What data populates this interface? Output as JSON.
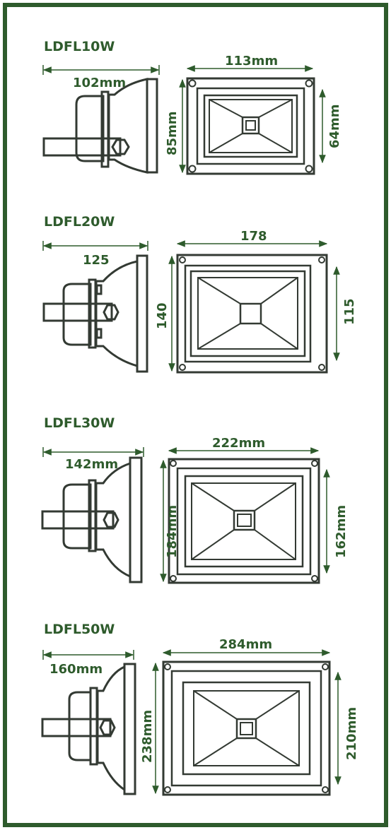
{
  "colors": {
    "green": "#2e5b2c",
    "dark": "#333a33",
    "white": "#ffffff"
  },
  "models": [
    {
      "name": "LDFL10W",
      "side_depth": "102mm",
      "front_width": "113mm",
      "front_height": "85mm",
      "inner_height": "64mm"
    },
    {
      "name": "LDFL20W",
      "side_depth": "125",
      "front_width": "178",
      "front_height": "140",
      "inner_height": "115"
    },
    {
      "name": "LDFL30W",
      "side_depth": "142mm",
      "front_width": "222mm",
      "front_height": "184mm",
      "inner_height": "162mm"
    },
    {
      "name": "LDFL50W",
      "side_depth": "160mm",
      "front_width": "284mm",
      "front_height": "238mm",
      "inner_height": "210mm"
    }
  ]
}
